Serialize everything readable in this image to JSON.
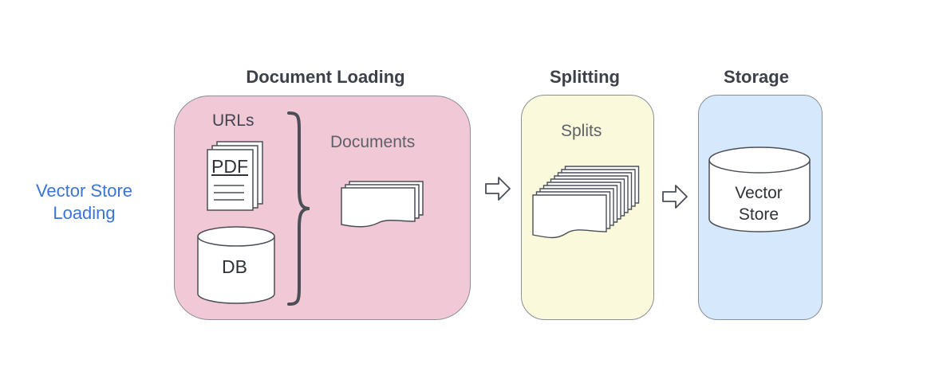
{
  "side_label": {
    "line1": "Vector Store",
    "line2": "Loading"
  },
  "sections": {
    "loading": {
      "heading": "Document Loading",
      "urls_label": "URLs",
      "pdf_label": "PDF",
      "db_label": "DB",
      "documents_label": "Documents"
    },
    "splitting": {
      "heading": "Splitting",
      "splits_label": "Splits"
    },
    "storage": {
      "heading": "Storage",
      "store_line1": "Vector",
      "store_line2": "Store"
    }
  },
  "colors": {
    "loading_panel": "#f1c8d5",
    "splitting_panel": "#fbf9dc",
    "storage_panel": "#d6e8fb",
    "side_label": "#3b74d6"
  }
}
